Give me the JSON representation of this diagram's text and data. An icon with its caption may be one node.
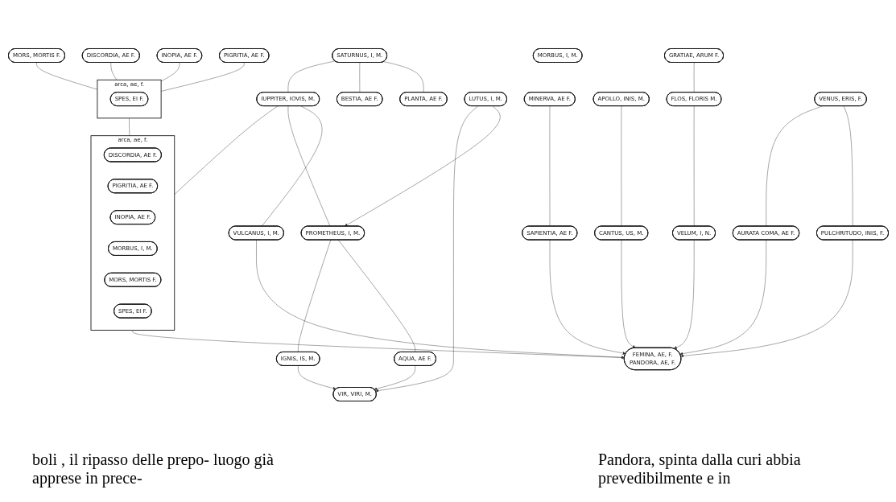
{
  "diagram": {
    "nodes": [
      {
        "text": [
          "PIGRITIA, AE F."
        ]
      },
      {
        "text": [
          "INOPIA, AE F."
        ]
      },
      {
        "text": [
          "arca, ae, f."
        ]
      },
      {
        "text": [
          "SPES, EI F."
        ],
        "in": 2
      },
      {
        "text": [
          "DISCORDIA, AE F."
        ]
      },
      {
        "text": [
          "SATURNUS, I, M."
        ]
      },
      {
        "text": [
          "PLANTA, AE F."
        ]
      },
      {
        "text": [
          "BESTIA, AE F."
        ]
      },
      {
        "text": [
          "IUPPITER, IOVIS, M."
        ]
      },
      {
        "text": [
          "arca, ae, f."
        ]
      },
      {
        "text": [
          "DISCORDIA, AE F."
        ],
        "in": 9
      },
      {
        "text": [
          "PIGRITIA, AE F."
        ],
        "in": 9
      },
      {
        "text": [
          "INOPIA, AE F."
        ],
        "in": 9
      },
      {
        "text": [
          "MORBUS, I, M."
        ],
        "in": 9
      },
      {
        "text": [
          "MORS, MORTIS F."
        ],
        "in": 9
      },
      {
        "text": [
          "SPES, EI F."
        ],
        "in": 9
      },
      {
        "text": [
          "MORS, MORTIS F."
        ]
      },
      {
        "text": [
          "MORBUS, I, M."
        ]
      },
      {
        "text": [
          "VULCANUS, I, M."
        ]
      },
      {
        "text": [
          "PROMETHEUS, I, M."
        ]
      },
      {
        "text": [
          "LUTUS, I, M."
        ]
      },
      {
        "text": [
          "AQUA, AE F."
        ]
      },
      {
        "text": [
          "IGNIS, IS, M."
        ]
      },
      {
        "text": [
          "FEMINA, AE, F.",
          "PANDORA, AE, F."
        ]
      },
      {
        "text": [
          "VIR, VIRI, M."
        ]
      },
      {
        "text": [
          "SAPIENTIA, AE F."
        ]
      },
      {
        "text": [
          "MINERVA, AE F."
        ]
      },
      {
        "text": [
          "CANTUS, US, M."
        ]
      },
      {
        "text": [
          "APOLLO, INIS, M."
        ]
      },
      {
        "text": [
          "VELUM, I, N."
        ]
      },
      {
        "text": [
          "FLOS, FLORIS M."
        ]
      },
      {
        "text": [
          "PULCHRITUDO, INIS, F."
        ]
      },
      {
        "text": [
          "AURATA COMA, AE F."
        ]
      },
      {
        "text": [
          "VENUS, ERIS, F."
        ]
      },
      {
        "text": [
          "GRATIAE, ARUM F."
        ]
      }
    ],
    "edges": [
      {
        "from": 0,
        "to": 2,
        "arrow": "none"
      },
      {
        "from": 1,
        "to": 2,
        "arrow": "none"
      },
      {
        "from": 4,
        "to": 2,
        "arrow": "none"
      },
      {
        "from": 16,
        "to": 2,
        "arrow": "none"
      },
      {
        "from": 2,
        "to": 9,
        "arrow": "none"
      },
      {
        "from": 5,
        "to": 6,
        "arrow": "none"
      },
      {
        "from": 5,
        "to": 7,
        "arrow": "none"
      },
      {
        "from": 5,
        "to": 8,
        "arrow": "none"
      },
      {
        "from": 8,
        "to": 9,
        "arrow": "none"
      },
      {
        "from": 8,
        "to": 18,
        "arrow": "none"
      },
      {
        "from": 8,
        "to": 19,
        "arrow": "none"
      },
      {
        "from": 9,
        "to": 23,
        "arrow": "to"
      },
      {
        "from": 18,
        "to": 23,
        "arrow": "to"
      },
      {
        "from": 20,
        "to": 19,
        "arrow": "to"
      },
      {
        "from": 19,
        "to": 21,
        "arrow": "none"
      },
      {
        "from": 19,
        "to": 22,
        "arrow": "none"
      },
      {
        "from": 20,
        "to": 24,
        "arrow": "to"
      },
      {
        "from": 21,
        "to": 24,
        "arrow": "to"
      },
      {
        "from": 22,
        "to": 24,
        "arrow": "to"
      },
      {
        "from": 25,
        "to": 23,
        "arrow": "to"
      },
      {
        "from": 26,
        "to": 25,
        "arrow": "none"
      },
      {
        "from": 27,
        "to": 23,
        "arrow": "to"
      },
      {
        "from": 28,
        "to": 27,
        "arrow": "none"
      },
      {
        "from": 29,
        "to": 23,
        "arrow": "to"
      },
      {
        "from": 30,
        "to": 29,
        "arrow": "none"
      },
      {
        "from": 34,
        "to": 30,
        "arrow": "none"
      },
      {
        "from": 31,
        "to": 23,
        "arrow": "to"
      },
      {
        "from": 32,
        "to": 23,
        "arrow": "to"
      },
      {
        "from": 33,
        "to": 31,
        "arrow": "none"
      },
      {
        "from": 33,
        "to": 32,
        "arrow": "none"
      }
    ],
    "labels": [
      "boli , il ripasso delle prepo- luogo già apprese in prece-",
      "Pandora, spinta dalla curi abbia prevedibilmente e in"
    ]
  }
}
